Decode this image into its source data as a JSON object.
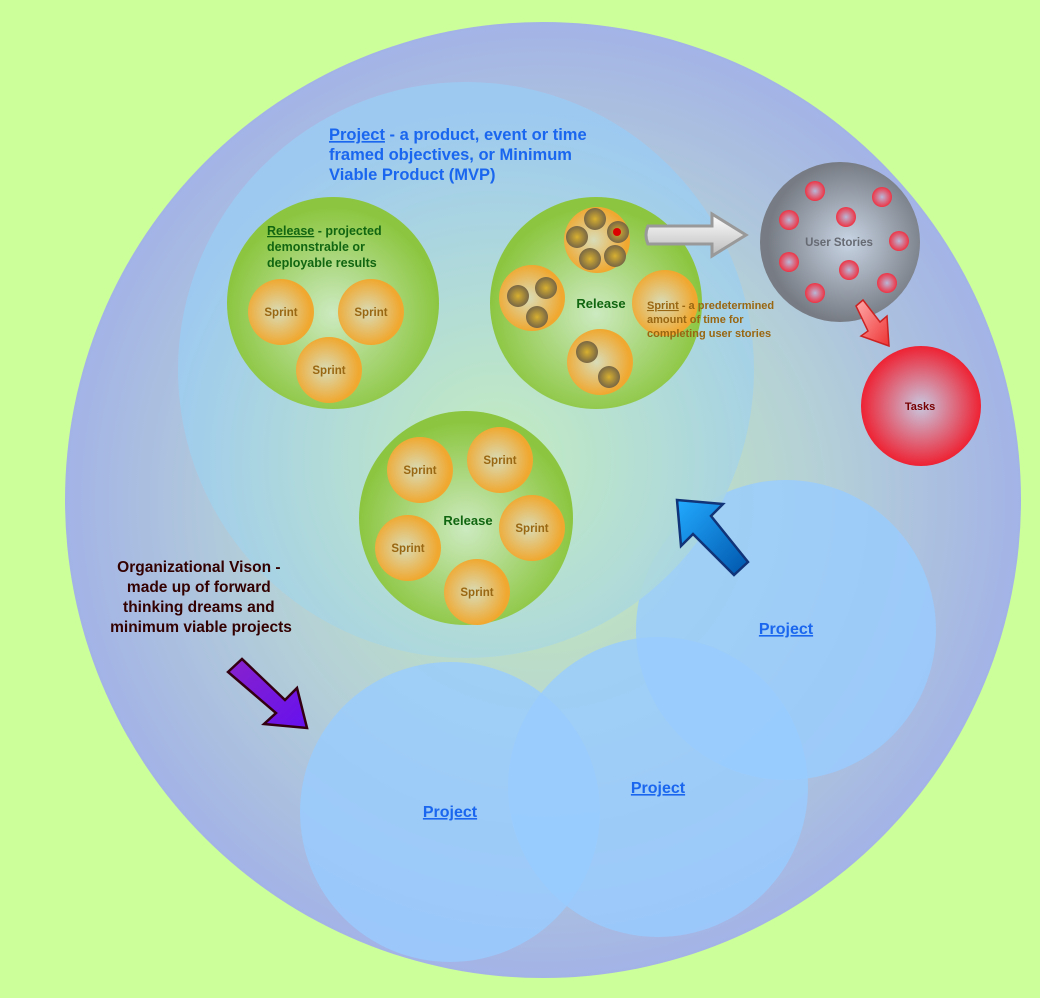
{
  "colors": {
    "background": "#ccff99",
    "project_text": "#1a66ee",
    "release_text": "#116611",
    "sprint_text": "#996611",
    "vision_text": "#330000",
    "tasks_text": "#770000"
  },
  "project_main": {
    "link": "Project",
    "line1_rest": " - a product, event or time",
    "line2": "framed objectives, or Minimum",
    "line3": "Viable Product (MVP)"
  },
  "release_def": {
    "link": "Release",
    "line1_rest": " - projected",
    "line2": "demonstrable or",
    "line3": "deployable results"
  },
  "release_label": "Release",
  "sprint_label": "Sprint",
  "sprint_def": {
    "link": "Sprint",
    "line1_rest": " - a predetermined",
    "line2": "amount of time for",
    "line3": "completing user stories"
  },
  "user_stories": "User Stories",
  "tasks": "Tasks",
  "vision": {
    "line1": "Organizational Vison -",
    "line2": "made up of forward",
    "line3": "thinking dreams and",
    "line4": "minimum viable projects"
  },
  "projects": [
    "Project",
    "Project",
    "Project"
  ]
}
